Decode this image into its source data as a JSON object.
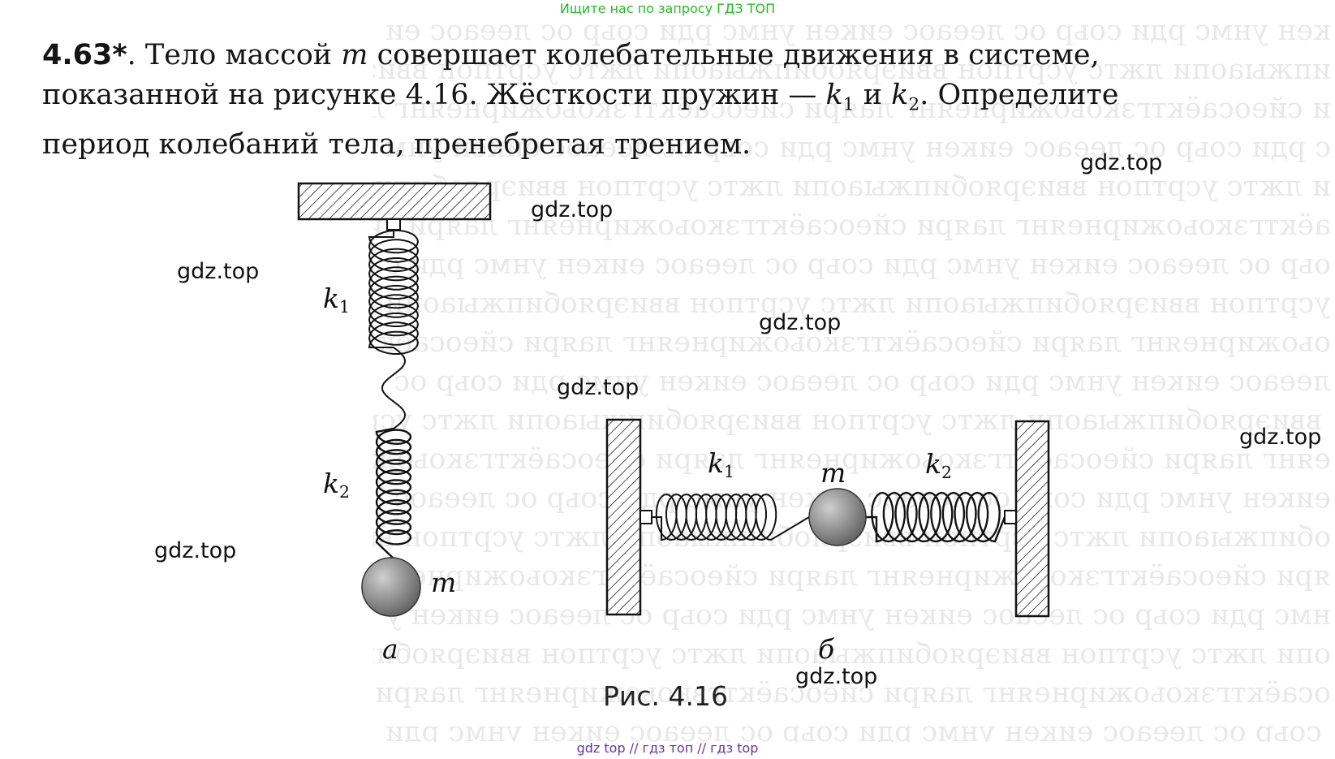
{
  "banner_top": "Ищите нас по запросу ГДЗ ТОП",
  "banner_bottom": "gdz top  //  гдз топ  //  гдз top",
  "problem": {
    "number": "4.63*",
    "line1": ". Тело массой ",
    "mass_var": "m",
    "line1_end": " совершает колебательные движения в системе,",
    "line2_start": "показанной на рисунке 4.16. Жёсткости пружин — ",
    "k1_base": "k",
    "k1_sub": "1",
    "and": " и ",
    "k2_base": "k",
    "k2_sub": "2",
    "line2_end": ". Определите",
    "line3": "период колебаний тела, пренебрегая трением."
  },
  "figure": {
    "k1_base": "k",
    "k1_sub": "1",
    "k2_base": "k",
    "k2_sub": "2",
    "mass": "m",
    "label_a": "а",
    "label_b": "б",
    "caption": "Рис. 4.16"
  },
  "watermarks": [
    "gdz.top",
    "gdz.top",
    "gdz.top",
    "gdz.top",
    "gdz.top",
    "gdz.top",
    "gdz.top",
    "gdz.top"
  ]
}
